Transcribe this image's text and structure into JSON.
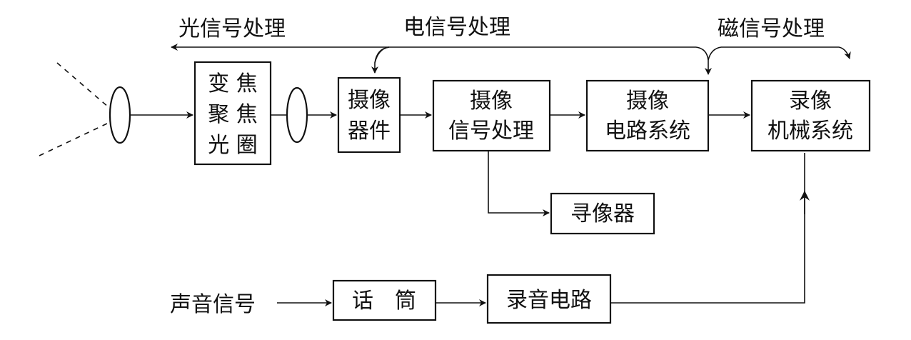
{
  "labels": {
    "optical": "光信号处理",
    "electrical": "电信号处理",
    "magnetic": "磁信号处理",
    "audio_signal": "声音信号"
  },
  "boxes": {
    "zoom": [
      "变 焦",
      "聚 焦",
      "光 圈"
    ],
    "sensor": [
      "摄像",
      "器件"
    ],
    "cam_proc": [
      "摄像",
      "信号处理"
    ],
    "cam_circuit": [
      "摄像",
      "电路系统"
    ],
    "vcr_mech": [
      "录像",
      "机械系统"
    ],
    "viewfinder": "寻像器",
    "microphone": "话　筒",
    "audio_rec": "录音电路"
  }
}
